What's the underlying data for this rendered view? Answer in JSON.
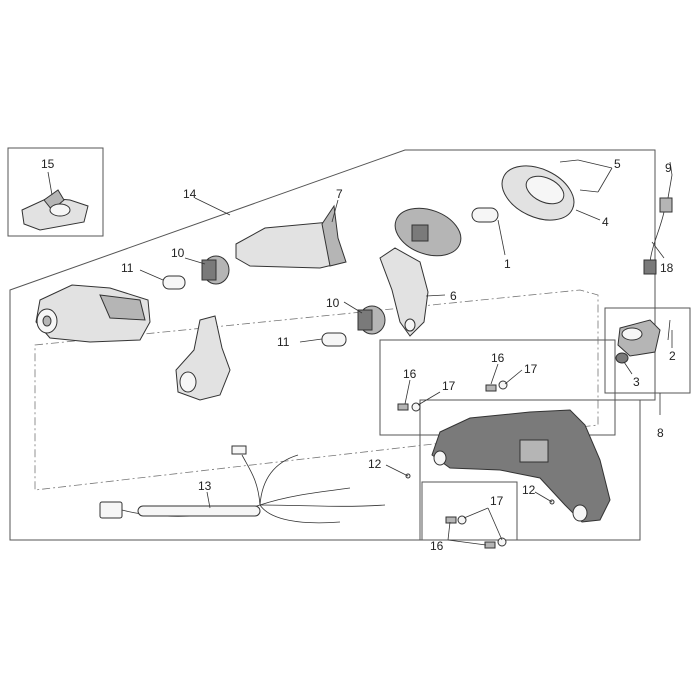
{
  "diagram": {
    "labels": {
      "p1": "1",
      "p2": "2",
      "p3": "3",
      "p4": "4",
      "p5": "5",
      "p6": "6",
      "p7": "7",
      "p8": "8",
      "p9": "9",
      "p10a": "10",
      "p10b": "10",
      "p11a": "11",
      "p11b": "11",
      "p12a": "12",
      "p12b": "12",
      "p13": "13",
      "p14": "14",
      "p15": "15",
      "p16a": "16",
      "p16b": "16",
      "p16c": "16",
      "p17a": "17",
      "p17b": "17",
      "p17c": "17",
      "p18": "18"
    }
  }
}
